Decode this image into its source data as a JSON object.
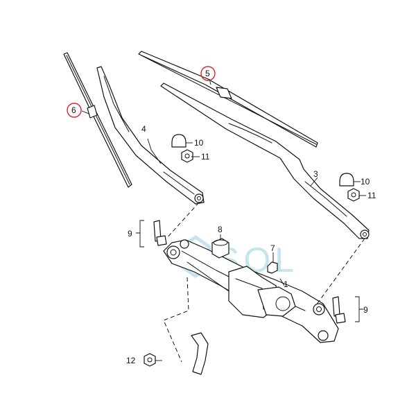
{
  "callouts": {
    "c1": "1",
    "c3": "3",
    "c4": "4",
    "c5": "5",
    "c6": "6",
    "c7": "7",
    "c8": "8",
    "c9a": "9",
    "c9b": "9",
    "c10a": "10",
    "c10b": "10",
    "c11a": "11",
    "c11b": "11",
    "c12": "12"
  },
  "highlighted_callouts": [
    "5",
    "6"
  ],
  "watermark": "SOL",
  "colors": {
    "highlight": "#d8232a",
    "watermark": "#7fc4d8",
    "line": "#111111"
  }
}
